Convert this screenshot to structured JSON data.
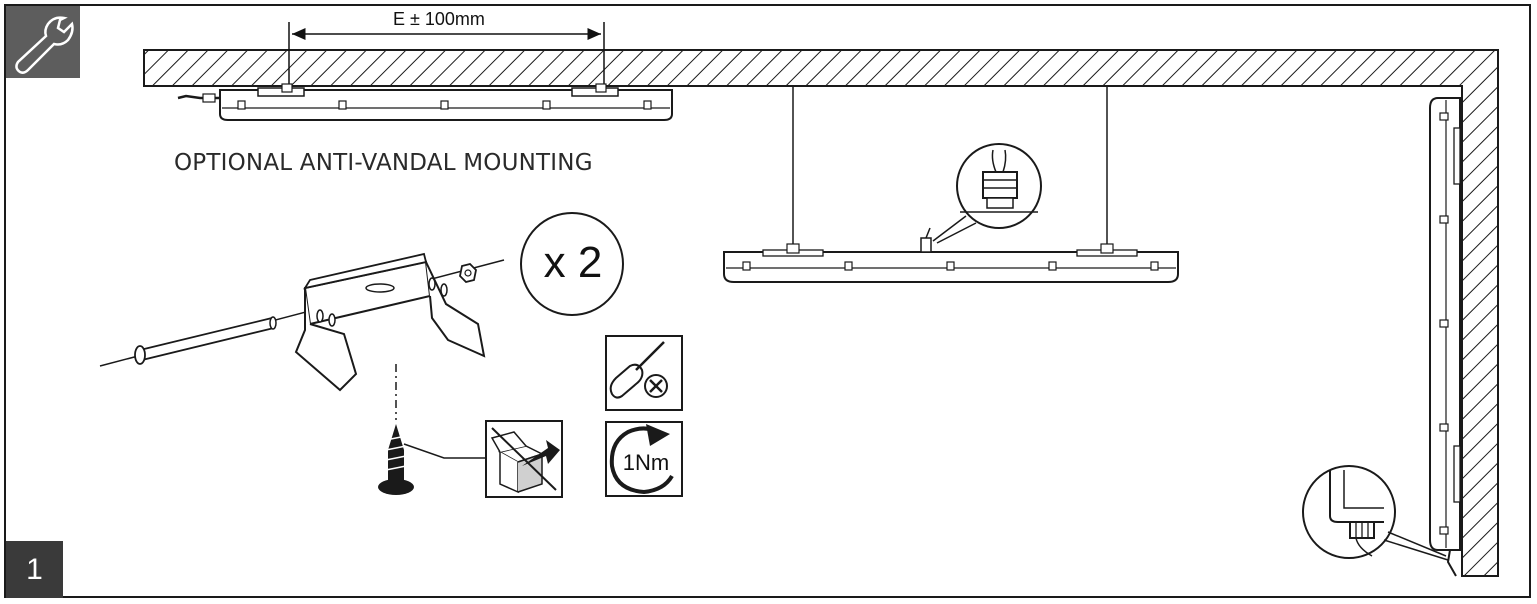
{
  "labels": {
    "dimension": "E  ± 100mm",
    "caption": "OPTIONAL ANTI-VANDAL MOUNTING",
    "quantity": "x 2",
    "torque": "1Nm",
    "step_number": "1"
  },
  "icons": {
    "tool": "wrench-icon",
    "no_power_screwdriver": "screwdriver-prohibited-icon",
    "not_included": "box-not-included-icon",
    "torque": "torque-arrow-icon"
  },
  "colors": {
    "line": "#1a1a1a",
    "badge_dark": "#3a3a3a",
    "badge_mid": "#5d5d5d",
    "background": "#ffffff"
  }
}
